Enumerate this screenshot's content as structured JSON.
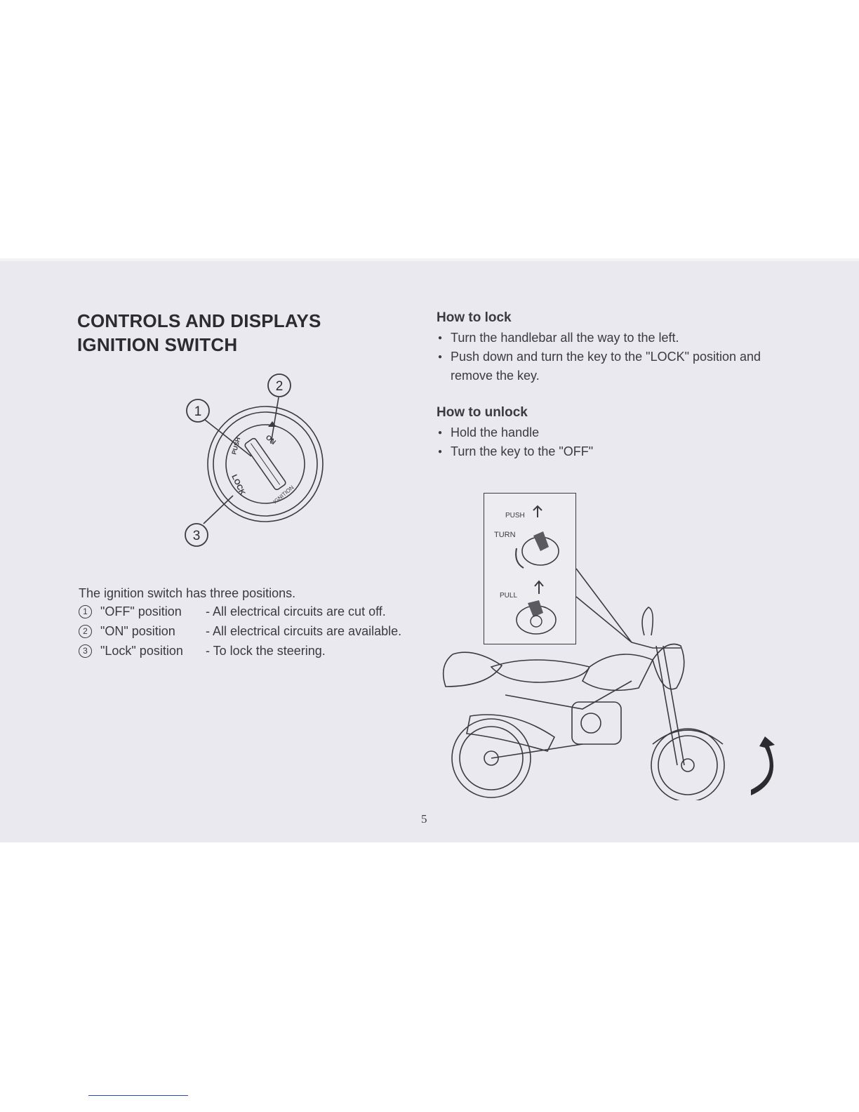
{
  "header": {
    "title_line1": "CONTROLS AND DISPLAYS",
    "title_line2": "IGNITION SWITCH"
  },
  "ignition_diagram": {
    "callouts": [
      "1",
      "2",
      "3"
    ],
    "dial_labels": {
      "on": "ON",
      "push": "PUSH",
      "lock": "LOCK",
      "ignition": "IGNITION"
    }
  },
  "positions": {
    "intro": "The ignition switch has three positions.",
    "items": [
      {
        "number": "1",
        "name": "\"OFF\" position",
        "desc": "- All electrical circuits are cut  off."
      },
      {
        "number": "2",
        "name": "\"ON\" position",
        "desc": "- All electrical circuits are available."
      },
      {
        "number": "3",
        "name": "\"Lock\" position",
        "desc": "- To lock the steering."
      }
    ]
  },
  "how_to_lock": {
    "heading": "How to lock",
    "steps": [
      "Turn the handlebar all the way to the left.",
      "Push  down  and  turn the key to the \"LOCK\" position and remove the key."
    ]
  },
  "how_to_unlock": {
    "heading": "How to unlock",
    "steps": [
      "Hold the handle",
      "Turn the key to the \"OFF\""
    ]
  },
  "inset": {
    "push": "PUSH",
    "turn": "TURN",
    "pull": "PULL"
  },
  "page_number": "5",
  "colors": {
    "page": "#e9e9ef",
    "ink": "#3a3a40"
  }
}
